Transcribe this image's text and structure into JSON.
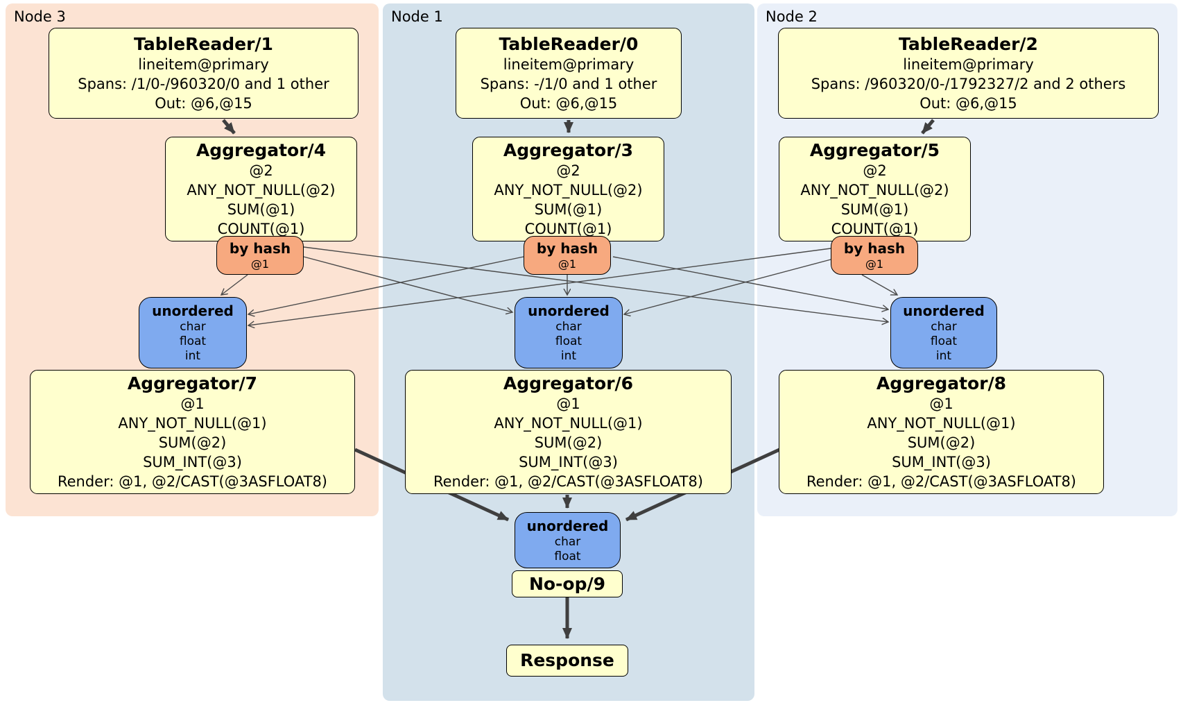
{
  "theme": {
    "peach": "#fce3d3",
    "node1bg": "#d3e1eb",
    "node2bg": "#eaf0f9",
    "yellow": "#ffffce",
    "orange": "#f7a97f",
    "blue": "#7faaef",
    "edge": "#3f3f3f",
    "thinedge": "#4a4a4a"
  },
  "panels": [
    {
      "label": "Node 3"
    },
    {
      "label": "Node 1"
    },
    {
      "label": "Node 2"
    }
  ],
  "boxes": {
    "tr1": {
      "title": "TableReader/1",
      "lines": [
        "lineitem@primary",
        "Spans: /1/0-/960320/0 and 1 other",
        "Out: @6,@15"
      ]
    },
    "tr0": {
      "title": "TableReader/0",
      "lines": [
        "lineitem@primary",
        "Spans: -/1/0 and 1 other",
        "Out: @6,@15"
      ]
    },
    "tr2": {
      "title": "TableReader/2",
      "lines": [
        "lineitem@primary",
        "Spans: /960320/0-/1792327/2 and 2 others",
        "Out: @6,@15"
      ]
    },
    "agg4": {
      "title": "Aggregator/4",
      "lines": [
        "@2",
        "ANY_NOT_NULL(@2)",
        "SUM(@1)",
        "COUNT(@1)"
      ]
    },
    "agg3": {
      "title": "Aggregator/3",
      "lines": [
        "@2",
        "ANY_NOT_NULL(@2)",
        "SUM(@1)",
        "COUNT(@1)"
      ]
    },
    "agg5": {
      "title": "Aggregator/5",
      "lines": [
        "@2",
        "ANY_NOT_NULL(@2)",
        "SUM(@1)",
        "COUNT(@1)"
      ]
    },
    "agg7": {
      "title": "Aggregator/7",
      "lines": [
        "@1",
        "ANY_NOT_NULL(@1)",
        "SUM(@2)",
        "SUM_INT(@3)",
        "Render: @1, @2/CAST(@3ASFLOAT8)"
      ]
    },
    "agg6": {
      "title": "Aggregator/6",
      "lines": [
        "@1",
        "ANY_NOT_NULL(@1)",
        "SUM(@2)",
        "SUM_INT(@3)",
        "Render: @1, @2/CAST(@3ASFLOAT8)"
      ]
    },
    "agg8": {
      "title": "Aggregator/8",
      "lines": [
        "@1",
        "ANY_NOT_NULL(@1)",
        "SUM(@2)",
        "SUM_INT(@3)",
        "Render: @1, @2/CAST(@3ASFLOAT8)"
      ]
    },
    "router3": {
      "title": "by hash",
      "lines": [
        "@1"
      ]
    },
    "router1": {
      "title": "by hash",
      "lines": [
        "@1"
      ]
    },
    "router2": {
      "title": "by hash",
      "lines": [
        "@1"
      ]
    },
    "sync3": {
      "title": "unordered",
      "lines": [
        "char",
        "float",
        "int"
      ]
    },
    "sync1": {
      "title": "unordered",
      "lines": [
        "char",
        "float",
        "int"
      ]
    },
    "sync2": {
      "title": "unordered",
      "lines": [
        "char",
        "float",
        "int"
      ]
    },
    "syncFinal": {
      "title": "unordered",
      "lines": [
        "char",
        "float"
      ]
    },
    "noop": {
      "title": "No-op/9"
    },
    "response": {
      "title": "Response"
    }
  }
}
